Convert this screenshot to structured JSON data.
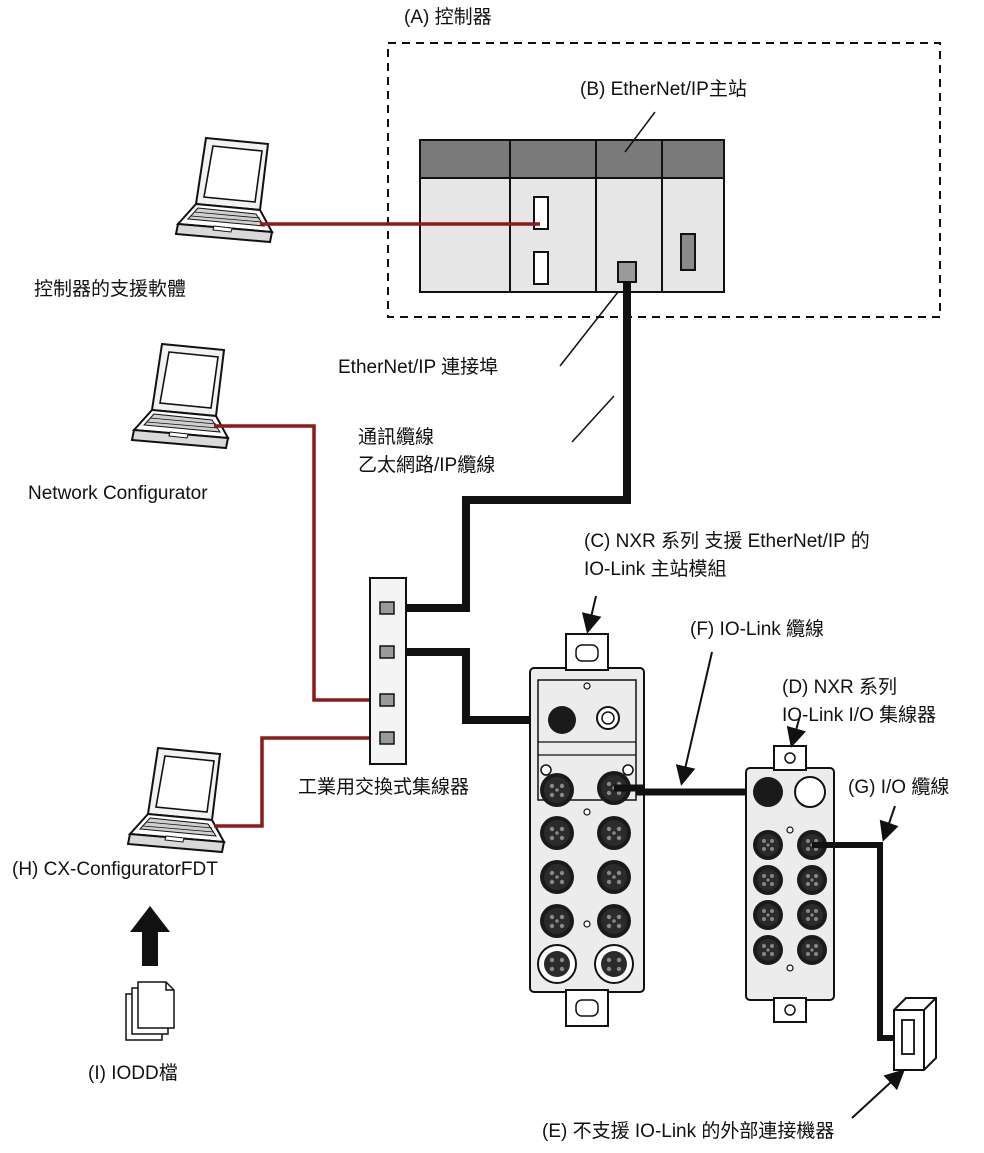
{
  "labels": {
    "controller": "(A) 控制器",
    "ethernet_master": "(B)  EtherNet/IP主站",
    "support_software": "控制器的支援軟體",
    "ethernet_port": "EtherNet/IP 連接埠",
    "comm_cable_line1": "通訊纜線",
    "comm_cable_line2": "乙太網路/IP纜線",
    "network_configurator": "Network Configurator",
    "io_link_master_line1": "(C) NXR 系列 支援 EtherNet/IP 的",
    "io_link_master_line2": "IO-Link 主站模組",
    "io_link_cable": "(F) IO-Link 纜線",
    "io_hub_line1": "(D) NXR 系列",
    "io_hub_line2": "IO-Link I/O 集線器",
    "industrial_switch": "工業用交換式集線器",
    "io_cable": "(G) I/O 纜線",
    "cx_configurator": "(H) CX-ConfiguratorFDT",
    "iodd_file": "(I) IODD檔",
    "external_device": "(E) 不支援 IO-Link 的外部連接機器"
  },
  "colors": {
    "ethernet_cable": "#111111",
    "pc_cable": "#8b1a1a",
    "plc_header": "#7a7a7a",
    "plc_body": "#e6e6e6",
    "line": "#111111"
  }
}
